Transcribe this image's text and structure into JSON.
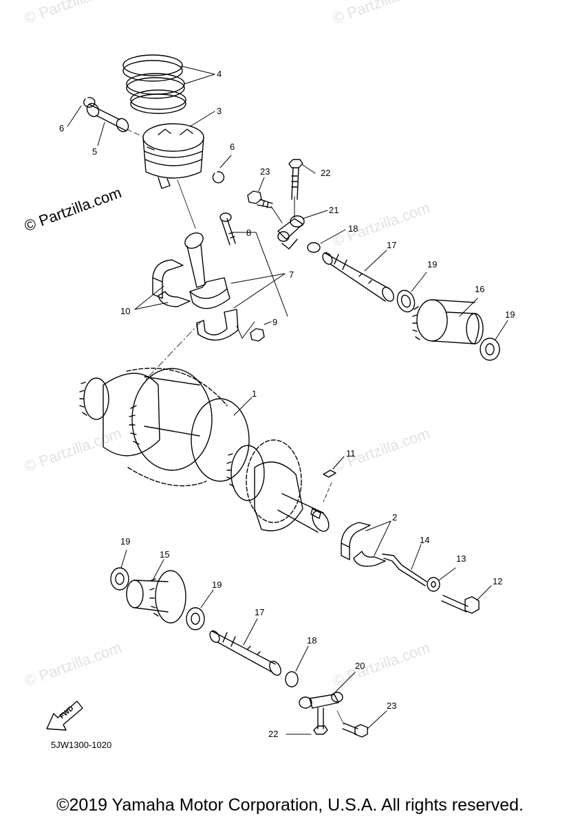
{
  "watermark": "© Partzilla.com",
  "brand": "© Partzilla.com",
  "fwd_label": "FWD",
  "diagram_code": "5JW1300-1020",
  "copyright": "©2019 Yamaha Motor Corporation, U.S.A. All rights reserved.",
  "callouts": {
    "c1": "1",
    "c2": "2",
    "c3": "3",
    "c4": "4",
    "c5": "5",
    "c6a": "6",
    "c6b": "6",
    "c7": "7",
    "c8": "8",
    "c9": "9",
    "c10": "10",
    "c11": "11",
    "c12": "12",
    "c13": "13",
    "c14": "14",
    "c15": "15",
    "c16": "16",
    "c17a": "17",
    "c17b": "17",
    "c18a": "18",
    "c18b": "18",
    "c19a": "19",
    "c19b": "19",
    "c19c": "19",
    "c19d": "19",
    "c20": "20",
    "c21": "21",
    "c22a": "22",
    "c22b": "22",
    "c23a": "23",
    "c23b": "23"
  },
  "colors": {
    "line": "#000000",
    "watermark": "#e2e2e2"
  }
}
